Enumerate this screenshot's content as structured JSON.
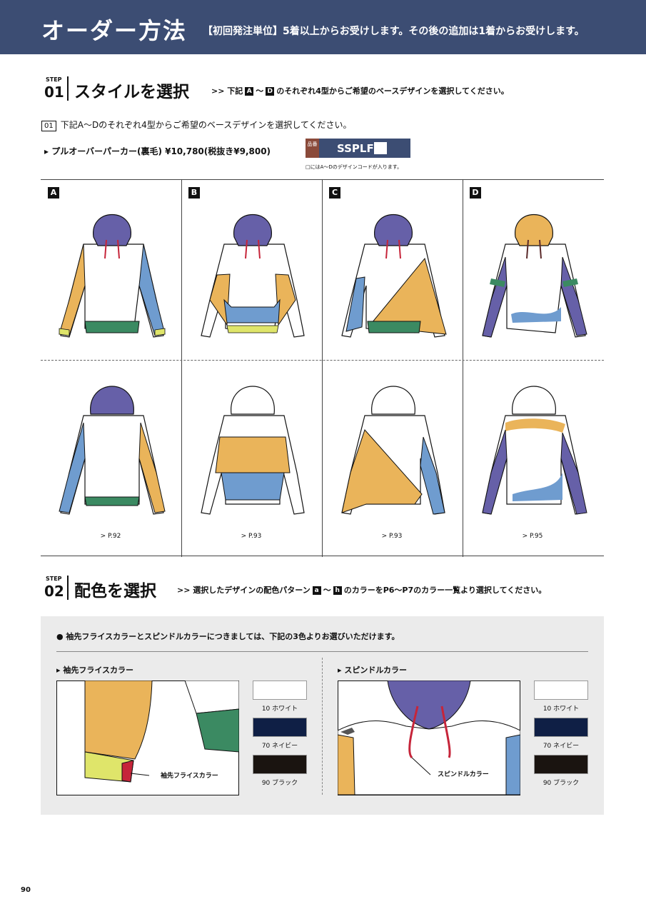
{
  "header": {
    "title": "オーダー方法",
    "subtitle": "【初回発注単位】5着以上からお受けします。その後の追加は1着からお受けします。"
  },
  "step1": {
    "label": "STEP",
    "num": "01",
    "title": "スタイルを選択",
    "desc_pre": ">> 下記",
    "desc_a": "A",
    "desc_tilde": "〜",
    "desc_d": "D",
    "desc_post": "のそれぞれ4型からご希望のベースデザインを選択してください。"
  },
  "instr": {
    "box": "01",
    "text": "下記A〜Dのそれぞれ4型からご希望のベースデザインを選択してください。"
  },
  "product": {
    "name": "▸ プルオーバーパーカー(裏毛) ¥10,780(税抜き¥9,800)",
    "code_tag": "品番",
    "code": "SSPLF",
    "note": "□にはA〜Dのデザインコードが入ります。"
  },
  "designs": [
    {
      "label": "A",
      "ref": "> P.92"
    },
    {
      "label": "B",
      "ref": "> P.93"
    },
    {
      "label": "C",
      "ref": "> P.93"
    },
    {
      "label": "D",
      "ref": "> P.95"
    }
  ],
  "step2": {
    "label": "STEP",
    "num": "02",
    "title": "配色を選択",
    "desc_pre": ">> 選択したデザインの配色パターン",
    "desc_a": "a",
    "desc_tilde": "〜",
    "desc_h": "h",
    "desc_post": "のカラーをP6〜P7のカラー一覧より選択してください。"
  },
  "color_section": {
    "note": "● 袖先フライスカラーとスピンドルカラーにつきましては、下記の3色よりお選びいただけます。",
    "cuff_title": "▸ 袖先フライスカラー",
    "cuff_callout": "袖先フライスカラー",
    "spindle_title": "▸ スピンドルカラー",
    "spindle_callout": "スピンドルカラー",
    "swatches": [
      {
        "label": "10 ホワイト",
        "color": "#ffffff"
      },
      {
        "label": "70 ネイビー",
        "color": "#0f1f45"
      },
      {
        "label": "90 ブラック",
        "color": "#1a1410"
      }
    ]
  },
  "page_number": "90",
  "colors": {
    "navy": "#3c4d73",
    "purple": "#6660a8",
    "orange": "#eab45a",
    "blue": "#6f9ccf",
    "green": "#3b8a62",
    "yellow": "#dfe56a",
    "red": "#c6253a"
  }
}
